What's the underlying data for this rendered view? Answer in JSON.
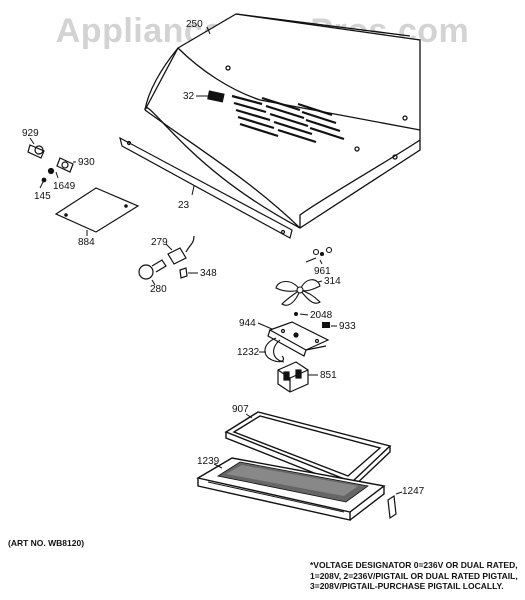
{
  "watermark": "AppliancePartsPros.com",
  "part_labels": {
    "p250": "250",
    "p32": "32",
    "p929": "929",
    "p930": "930",
    "p1649": "1649",
    "p145": "145",
    "p23": "23",
    "p884": "884",
    "p279": "279",
    "p280": "280",
    "p348": "348",
    "p961": "961",
    "p314": "314",
    "p2048": "2048",
    "p944": "944",
    "p933": "933",
    "p1232": "1232",
    "p851": "851",
    "p907": "907",
    "p1239": "1239",
    "p1247": "1247"
  },
  "footer": {
    "art_no": "(ART NO. WB8120)",
    "voltage_note": [
      "*VOLTAGE DESIGNATOR 0=236V OR DUAL RATED,",
      "1=208V, 2=236V/PIGTAIL OR DUAL RATED PIGTAIL,",
      "3=208V/PIGTAIL-PURCHASE PIGTAIL LOCALLY."
    ]
  }
}
